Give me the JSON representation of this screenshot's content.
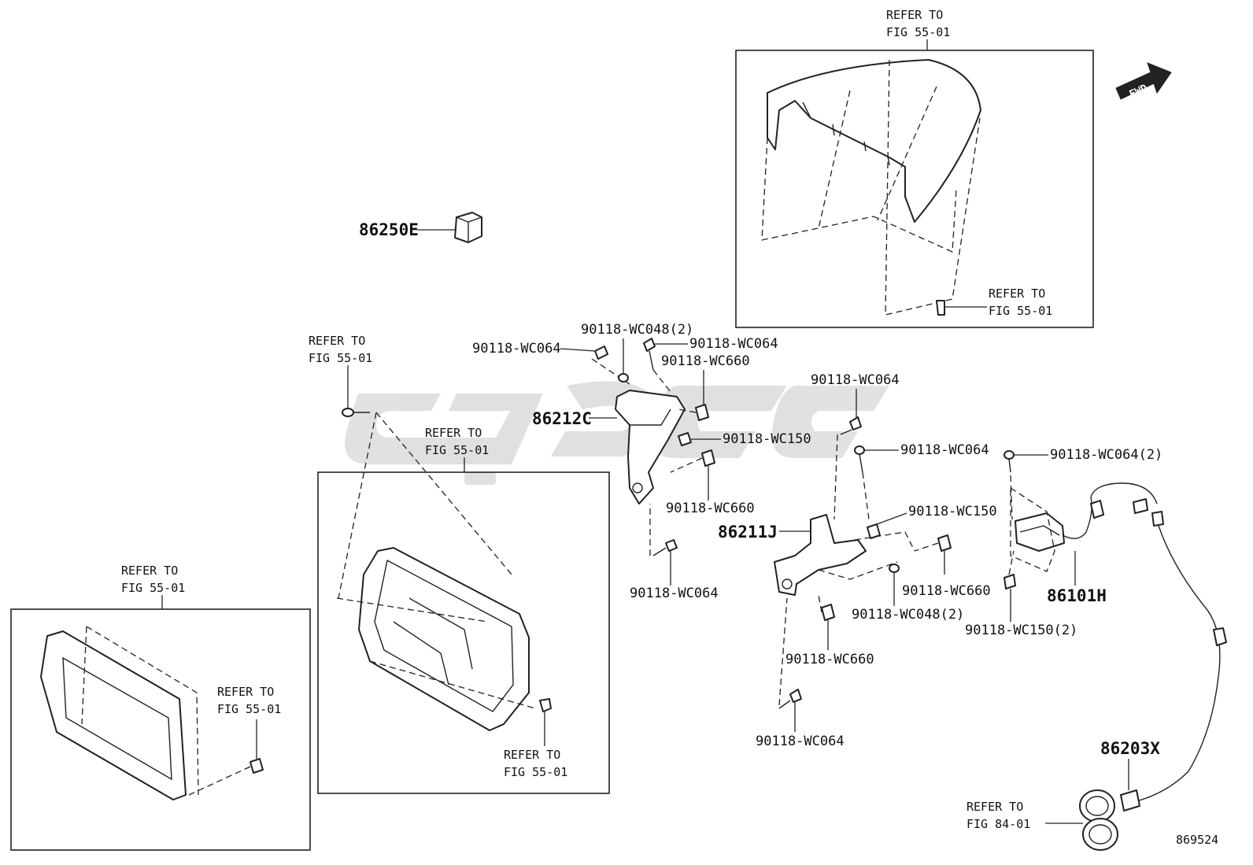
{
  "refer_label": "REFER TO",
  "refs": {
    "fig_55_01": "FIG 55-01",
    "fig_84_01": "FIG 84-01"
  },
  "parts": {
    "p86250E": "86250E",
    "p86212C": "86212C",
    "p86211J": "86211J",
    "p86101H": "86101H",
    "p86203X": "86203X"
  },
  "fasteners": {
    "wc064": "90118-WC064",
    "wc064_2": "90118-WC064(2)",
    "wc048_2": "90118-WC048(2)",
    "wc660": "90118-WC660",
    "wc150": "90118-WC150",
    "wc150_2": "90118-WC150(2)"
  },
  "fwd_label": "FWD",
  "figure_number": "869524",
  "watermark_color": "#c8c8c8"
}
